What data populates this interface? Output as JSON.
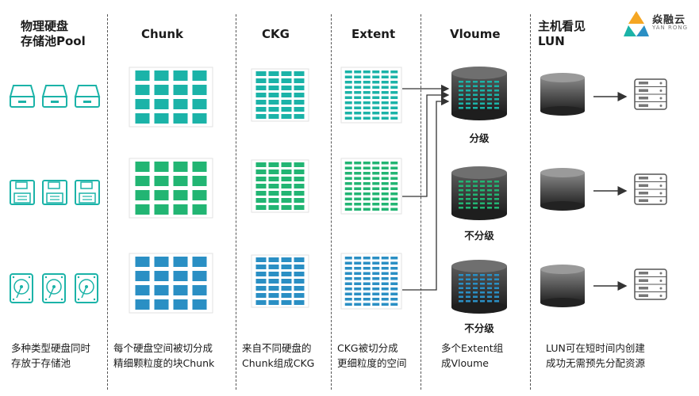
{
  "headers": {
    "pool": "物理硬盘\n存储池Pool",
    "chunk": "Chunk",
    "ckg": "CKG",
    "extent": "Extent",
    "volume": "Vloume",
    "lun": "主机看见\nLUN"
  },
  "logo": {
    "name": "焱融云",
    "sub": "YAN RONG"
  },
  "volume_levels": [
    "分级",
    "不分级",
    "不分级"
  ],
  "captions": {
    "pool": "多种类型硬盘同时\n存放于存储池",
    "chunk": "每个硬盘空间被切分成\n精细颗粒度的块Chunk",
    "ckg": "来自不同硬盘的\nChunk组成CKG",
    "extent": "CKG被切分成\n更细粒度的空间",
    "volume": "多个Extent组\n成Vloume",
    "lun": "LUN可在短时间内创建\n成功无需预先分配资源"
  },
  "colors": {
    "row1": "#1bb3a8",
    "row2": "#22b573",
    "row3": "#2a8fc4",
    "disk_dark": "#3a3a3a",
    "arrow": "#333333"
  },
  "icons": {
    "row1": "hard-drive-icon",
    "row2": "floppy-disk-icon",
    "row3": "hdd-platter-icon",
    "server": "server-rack-icon"
  }
}
